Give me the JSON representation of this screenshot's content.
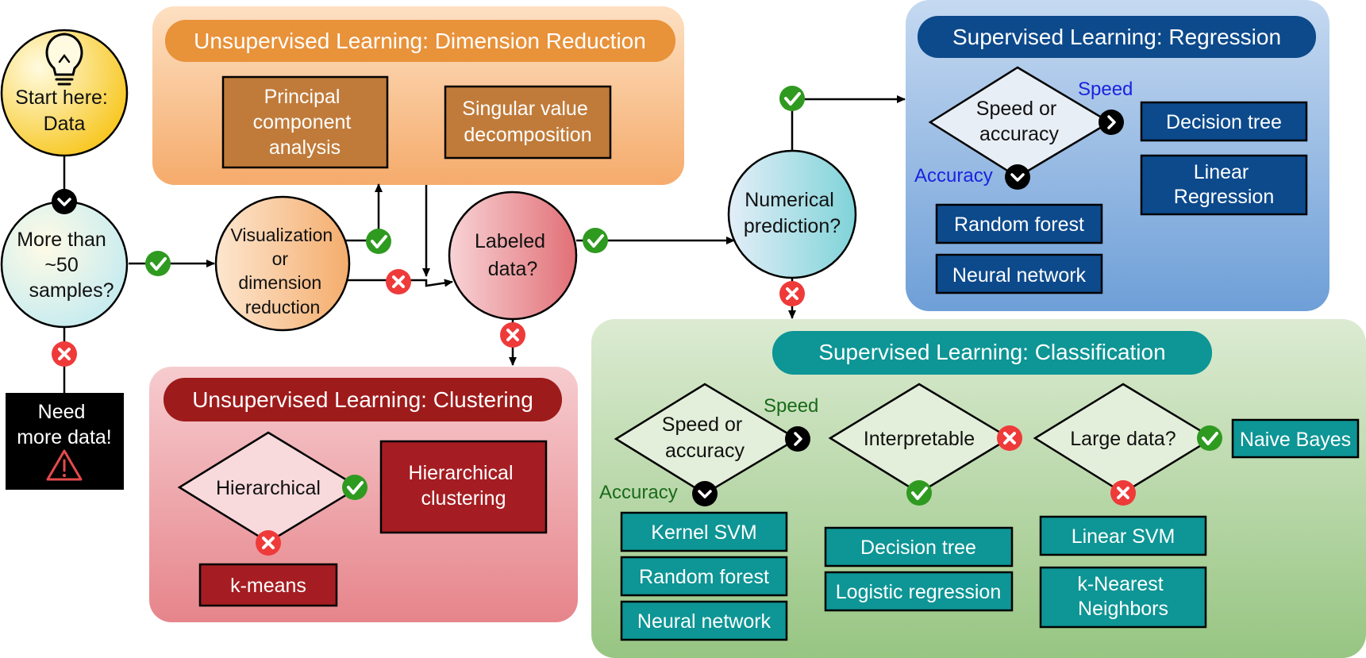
{
  "start": {
    "line1": "Start here:",
    "line2": "Data",
    "icon": "lightbulb-icon"
  },
  "samples": {
    "line1": "More than",
    "line2": "~50",
    "line3": "samples?"
  },
  "need_data": {
    "line1": "Need",
    "line2": "more data!",
    "icon": "warning-icon"
  },
  "viz": {
    "line1": "Visualization",
    "line2": "or",
    "line3": "dimension",
    "line4": "reduction"
  },
  "labeled": {
    "line1": "Labeled",
    "line2": "data?"
  },
  "numerical": {
    "line1": "Numerical",
    "line2": "prediction?"
  },
  "dim_reduction": {
    "title": "Unsupervised Learning: Dimension Reduction",
    "pca": {
      "line1": "Principal",
      "line2": "component",
      "line3": "analysis"
    },
    "svd": {
      "line1": "Singular value",
      "line2": "decomposition"
    }
  },
  "clustering": {
    "title": "Unsupervised Learning: Clustering",
    "diamond": "Hierarchical",
    "hier": {
      "line1": "Hierarchical",
      "line2": "clustering"
    },
    "kmeans": "k-means"
  },
  "regression": {
    "title": "Supervised Learning: Regression",
    "diamond": {
      "line1": "Speed or",
      "line2": "accuracy"
    },
    "speed": "Speed",
    "accuracy": "Accuracy",
    "decision_tree": "Decision tree",
    "linear": {
      "line1": "Linear",
      "line2": "Regression"
    },
    "random_forest": "Random forest",
    "neural_network": "Neural network"
  },
  "classification": {
    "title": "Supervised Learning: Classification",
    "diamond1": {
      "line1": "Speed or",
      "line2": "accuracy"
    },
    "speed": "Speed",
    "accuracy": "Accuracy",
    "diamond2": "Interpretable",
    "diamond3": "Large data?",
    "naive_bayes": "Naive Bayes",
    "kernel_svm": "Kernel SVM",
    "random_forest": "Random forest",
    "neural_network": "Neural network",
    "decision_tree": "Decision tree",
    "logistic": "Logistic regression",
    "linear_svm": "Linear SVM",
    "knn": {
      "line1": "k-Nearest",
      "line2": "Neighbors"
    }
  },
  "colors": {
    "orange_panel": "#f6b475",
    "orange_header": "#e8923a",
    "orange_box": "#c07b3a",
    "red_panel": "#ee9aa0",
    "red_header": "#9e1b1b",
    "red_box": "#a51d22",
    "blue_panel": "#8fb3e2",
    "blue_header": "#0d4a8c",
    "green_panel": "#a9cf96",
    "teal": "#0e9595",
    "check_green": "#2f9a20",
    "cross_red": "#ef3a3a"
  }
}
